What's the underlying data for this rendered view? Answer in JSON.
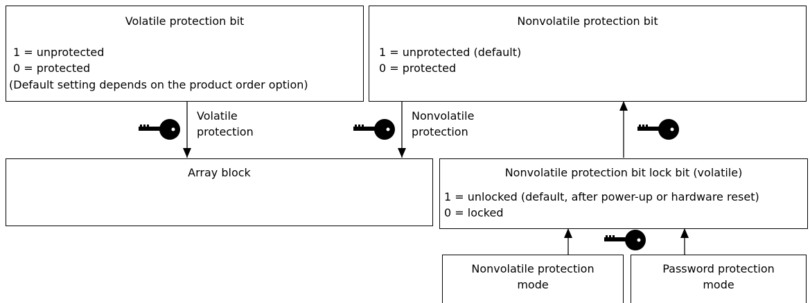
{
  "volatile_box": {
    "title": "Volatile protection bit",
    "lines": [
      "1 = unprotected",
      "0 = protected",
      "(Default setting depends on the product order option)"
    ]
  },
  "nonvolatile_box": {
    "title": "Nonvolatile protection bit",
    "lines": [
      "1 = unprotected (default)",
      "0 = protected"
    ]
  },
  "array_box": {
    "title": "Array block"
  },
  "lock_box": {
    "title": "Nonvolatile protection bit lock bit (volatile)",
    "lines": [
      "1 = unlocked (default, after power-up or hardware reset)",
      "0 = locked"
    ]
  },
  "nv_mode_box": {
    "lines": [
      "Nonvolatile protection",
      "mode"
    ]
  },
  "pw_mode_box": {
    "lines": [
      "Password protection",
      "mode"
    ]
  },
  "labels": {
    "volatile_protection": [
      "Volatile",
      "protection"
    ],
    "nonvolatile_protection": [
      "Nonvolatile",
      "protection"
    ]
  },
  "icons": [
    "key-icon"
  ]
}
